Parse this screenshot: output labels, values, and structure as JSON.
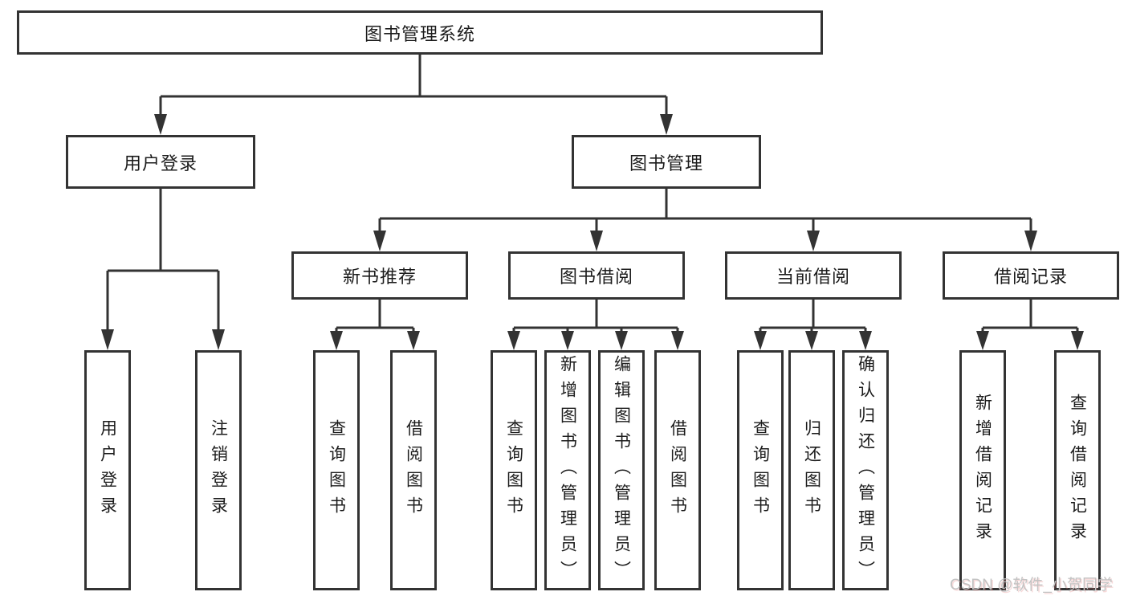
{
  "diagram": {
    "nodes": {
      "root": "图书管理系统",
      "user_login": "用户登录",
      "book_mgmt": "图书管理",
      "new_book": "新书推荐",
      "book_borrow": "图书借阅",
      "current_borrow": "当前借阅",
      "borrow_record": "借阅记录",
      "leaf_user_login": "用户登录",
      "leaf_logout": "注销登录",
      "leaf_nb_query": "查询图书",
      "leaf_nb_borrow": "借阅图书",
      "leaf_bb_query": "查询图书",
      "leaf_bb_add": "新增图书（管理员）",
      "leaf_bb_edit": "编辑图书（管理员）",
      "leaf_bb_borrow": "借阅图书",
      "leaf_cb_query": "查询图书",
      "leaf_cb_return": "归还图书",
      "leaf_cb_confirm": "确认归还（管理员）",
      "leaf_br_add": "新增借阅记录",
      "leaf_br_query": "查询借阅记录"
    },
    "hierarchy": {
      "图书管理系统": {
        "用户登录": [
          "用户登录",
          "注销登录"
        ],
        "图书管理": {
          "新书推荐": [
            "查询图书",
            "借阅图书"
          ],
          "图书借阅": [
            "查询图书",
            "新增图书（管理员）",
            "编辑图书（管理员）",
            "借阅图书"
          ],
          "当前借阅": [
            "查询图书",
            "归还图书",
            "确认归还（管理员）"
          ],
          "借阅记录": [
            "新增借阅记录",
            "查询借阅记录"
          ]
        }
      }
    },
    "colors": {
      "line": "#333333",
      "box_border": "#333333",
      "text": "#1c1c1c",
      "watermark": "#c3c3c3"
    },
    "watermark": "CSDN @软件_小贺同学"
  }
}
